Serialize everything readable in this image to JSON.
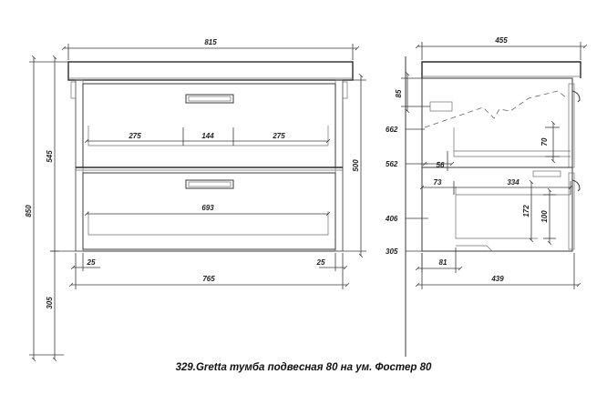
{
  "caption": "329.Gretta тумба подвесная 80 на ум. Фостер 80",
  "front_view": {
    "width_top": "815",
    "inner_left": "275",
    "inner_mid": "144",
    "inner_right": "275",
    "inner_lower": "693",
    "offset_left": "25",
    "offset_right": "25",
    "width_bottom": "765",
    "height_total": "850",
    "height_body": "545",
    "height_mount": "305",
    "height_drawers": "500"
  },
  "side_view": {
    "depth_top": "455",
    "top_offset": "85",
    "level_662": "662",
    "level_562": "562",
    "level_406": "406",
    "level_305": "305",
    "gap_56": "56",
    "gap_73": "73",
    "width_334": "334",
    "height_70": "70",
    "height_172": "172",
    "height_100": "100",
    "gap_81": "81",
    "depth_bottom": "439"
  }
}
